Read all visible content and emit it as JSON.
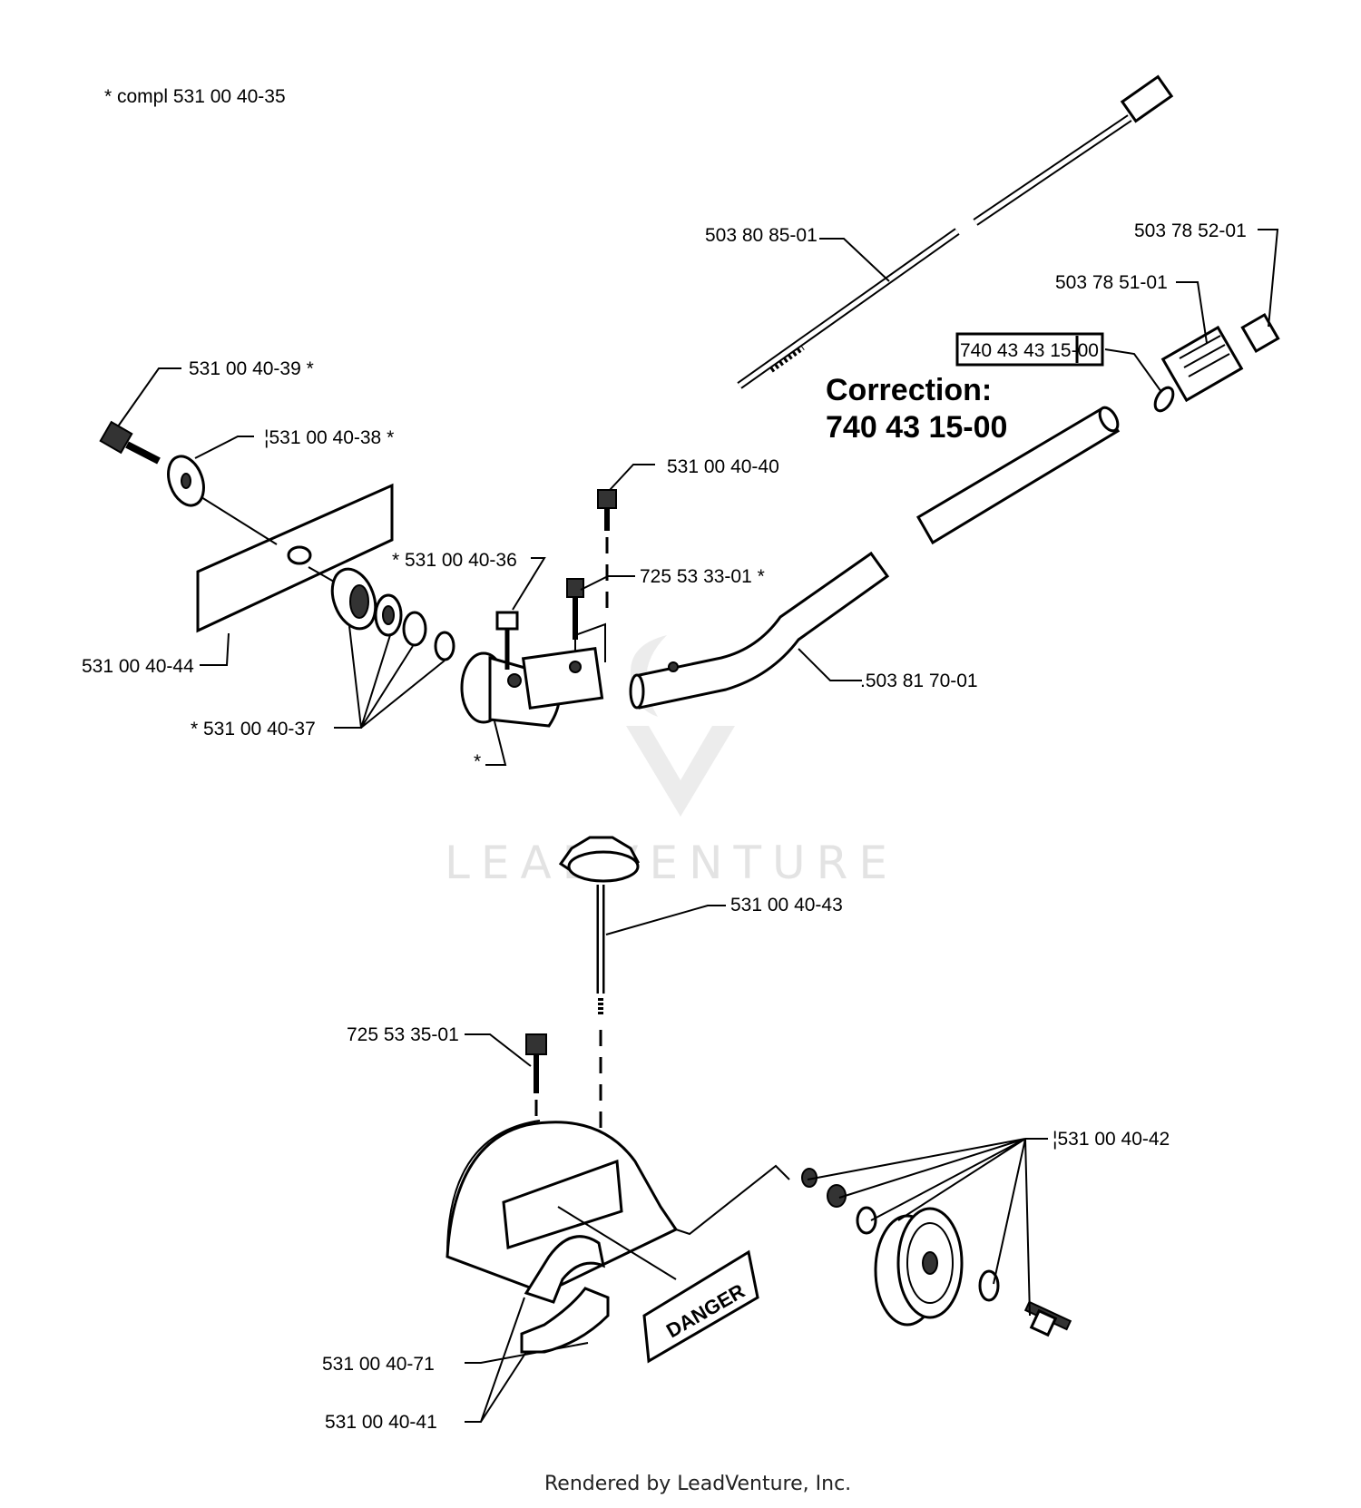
{
  "header_note": "*  compl 531 00 40-35",
  "correction": {
    "line1": "Correction:",
    "line2": "740 43 15-00",
    "boxed_part": "740 43 43 15-00"
  },
  "labels": {
    "p503808501": "503 80 85-01",
    "p503785201": "503 78 52-01",
    "p503785101": "503 78 51-01",
    "p531004039": "531 00 40-39  *",
    "p531004038": "¦531 00 40-38  *",
    "p531004040": "531 00 40-40",
    "p531004036": "*  531 00 40-36",
    "p725533301": "725 53 33-01  *",
    "p531004044": "531 00 40-44",
    "p503817001": ".503 81 70-01",
    "p531004037": "*  531 00 40-37",
    "star": "*",
    "p531004043": "531 00 40-43",
    "p725533501": "725 53 35-01",
    "p531004042": "¦531 00 40-42",
    "p531004071": "531 00 40-71",
    "p531004041": "531 00 40-41"
  },
  "decal_text": "DANGER",
  "watermark": "LEADVENTURE",
  "footer": "Rendered by LeadVenture, Inc."
}
